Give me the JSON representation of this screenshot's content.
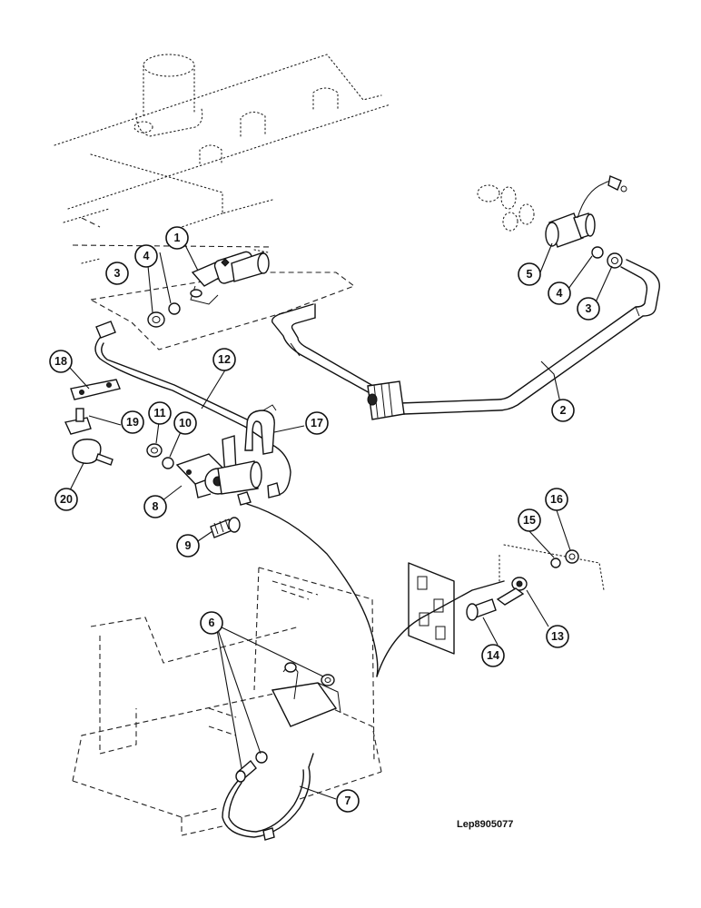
{
  "drawing_ref": "Lep8905077",
  "callouts": {
    "c1": "1",
    "c2": "2",
    "c3a": "3",
    "c3b": "3",
    "c4a": "4",
    "c4b": "4",
    "c5": "5",
    "c6": "6",
    "c7": "7",
    "c8": "8",
    "c9": "9",
    "c10": "10",
    "c11": "11",
    "c12": "12",
    "c13": "13",
    "c14": "14",
    "c15": "15",
    "c16": "16",
    "c17": "17",
    "c18": "18",
    "c19": "19",
    "c20": "20"
  }
}
